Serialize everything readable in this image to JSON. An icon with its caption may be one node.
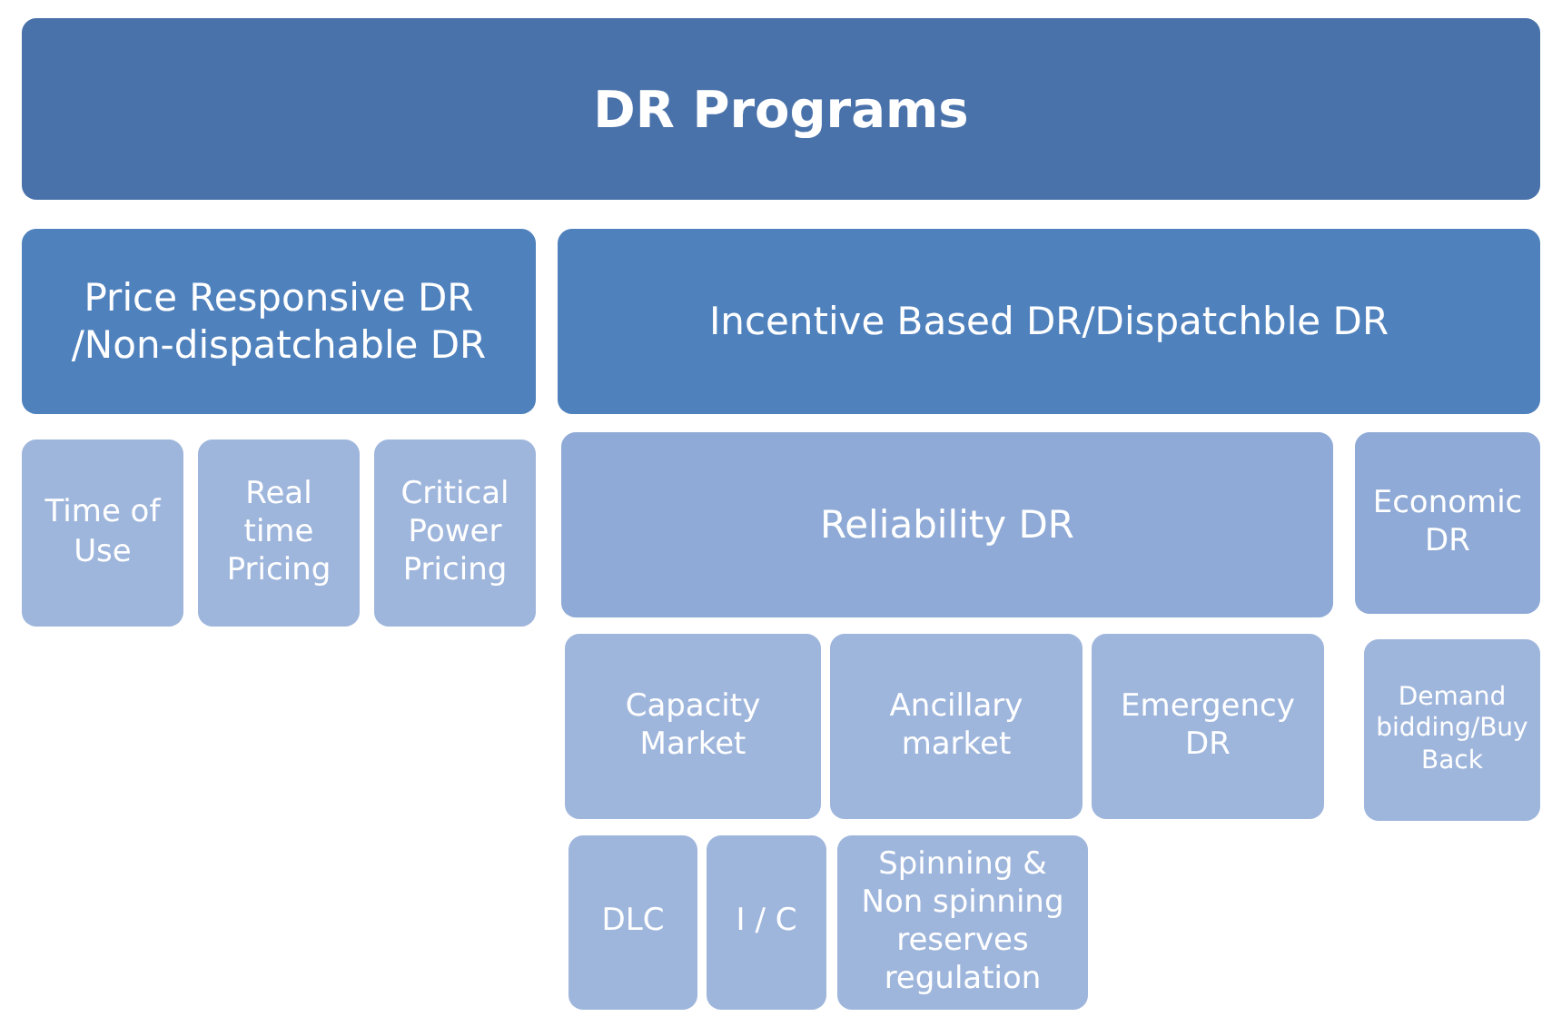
{
  "diagram": {
    "nodes": [
      {
        "text": [
          "DR Programs"
        ]
      },
      {
        "text": [
          "Price Responsive DR /Non-dispatchable DR"
        ]
      },
      {
        "text": [
          "Incentive Based DR/Dispatchble DR"
        ]
      },
      {
        "text": [
          "Time of Use"
        ]
      },
      {
        "text": [
          "Real time Pricing"
        ]
      },
      {
        "text": [
          "Critical Power Pricing"
        ]
      },
      {
        "text": [
          "Reliability DR"
        ]
      },
      {
        "text": [
          "Economic DR"
        ]
      },
      {
        "text": [
          "Capacity Market"
        ]
      },
      {
        "text": [
          "Ancillary market"
        ]
      },
      {
        "text": [
          "Emergency DR"
        ]
      },
      {
        "text": [
          "Demand bidding/Buy Back"
        ]
      },
      {
        "text": [
          "DLC"
        ]
      },
      {
        "text": [
          "I / C"
        ]
      },
      {
        "text": [
          "Spinning & Non spinning reserves regulation"
        ]
      }
    ]
  }
}
